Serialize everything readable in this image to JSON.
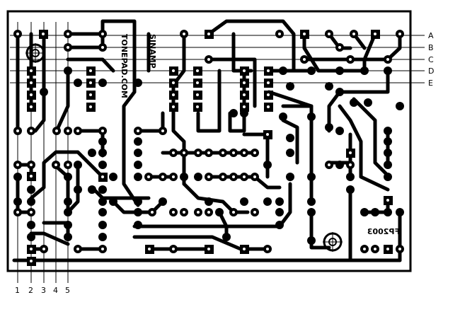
{
  "diagram": {
    "row_labels": [
      "A",
      "B",
      "C",
      "D",
      "E"
    ],
    "column_labels": [
      "1",
      "2",
      "3",
      "4",
      "5"
    ],
    "silkscreen": {
      "site": "TONEPAD.COM",
      "project": "SINAMP",
      "code": "FP2003"
    },
    "colors": {
      "copper": "#000000",
      "pad_hole": "#ffffff",
      "background": "#ffffff"
    }
  }
}
